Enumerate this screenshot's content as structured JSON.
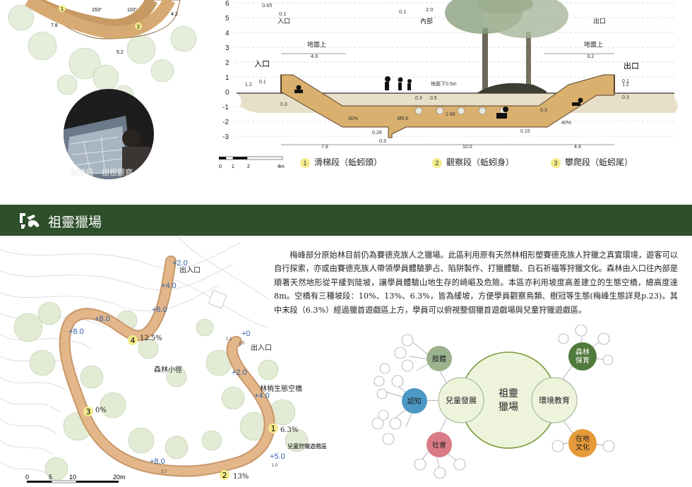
{
  "section": {
    "elevations": [
      "6",
      "5",
      "4",
      "3",
      "2",
      "1",
      "0",
      "-1",
      "-2",
      "-3"
    ],
    "entrance": "入口",
    "exit": "出口",
    "interior": "內部",
    "ground_above": "地面上",
    "dims_top": [
      "0.65",
      "0.1",
      "0.1",
      "2.0"
    ],
    "dim_left_ground": "4.6",
    "dim_right_ground": "3.2",
    "left_step": "1.2",
    "left_step_b": "0.1",
    "right_step": "1.2",
    "right_step_b": "0.1",
    "left_depth": "0.3",
    "right_depth": "0.3",
    "below_ground": "地面下0.5m",
    "dim_03": "0.3",
    "dim_05": "0.5",
    "pipe_diam": "Ø0.6",
    "height_168": "1.68",
    "slope_left": "30%",
    "slope_right": "40%",
    "dim_028": "0.28",
    "dim_03b": "0.3",
    "dim_03c": "0.3",
    "dim_015": "0.15",
    "dim_78": "7.8",
    "dim_100": "10.0",
    "dim_44": "4.4",
    "scale": [
      "0",
      "1",
      "2",
      "4m"
    ],
    "legend": [
      {
        "num": "1",
        "label": "滑梯段（蚯蚓頭）"
      },
      {
        "num": "2",
        "label": "觀察段（蚯蚓身）"
      },
      {
        "num": "3",
        "label": "攀爬段（蚯蚓尾）"
      }
    ]
  },
  "top_plan": {
    "dims": [
      "153°",
      "110°",
      "7.8",
      "4.2",
      "5.2"
    ],
    "markers": [
      "1",
      "2"
    ]
  },
  "photo_caption": "觀察段---樹根觀察",
  "banner": {
    "title": "祖靈獵場"
  },
  "paragraph": "梅峰部分原始林目前仍為賽德克族人之獵場。此區利用原有天然林相形塑賽德克族人狩獵之真實環境，遊客可以自行探索，亦或由賽德克族人帶領學員體驗夢占、陷阱製作、打獵體驗、白石祈福等狩獵文化。森林由入口往內部是順著天然地形從平緩到陡坡，讓學員體驗山地生存的崎嶇及危險。本區亦利用坡度高差建立的生態空橋，總高度達8m。空橋有三種坡段：10%、13%、6.3%，皆為緩坡，方便學員觀察鳥類、樹冠等生態(梅峰生態詳見p.23)。其中末段（6.3%）經過獵首遊戲區上方，學員可以俯視整個獵首遊戲場與兒童狩獵遊戲區。",
  "plan": {
    "exit_entrance": "出入口",
    "forest_path": "森林小徑",
    "canopy_bridge": "林梢生態空橋",
    "kids_area": "兒童狩獵遊戲區",
    "levels": [
      "+2.0",
      "+4.0",
      "+6.0",
      "+8.0",
      "+2.0",
      "+4.0",
      "+5.0",
      "+8.0",
      "+0"
    ],
    "segments": [
      {
        "num": "4",
        "slope": "12.5%"
      },
      {
        "num": "3",
        "slope": "0%"
      },
      {
        "num": "1",
        "slope": "6.3%"
      },
      {
        "num": "2",
        "slope": "13%"
      }
    ],
    "small_dims": [
      "1.2",
      "2.0",
      "3.7",
      "1.0"
    ],
    "scale": [
      "0",
      "5",
      "10",
      "20m"
    ]
  },
  "mindmap": {
    "center": "祖靈\n獵場",
    "left": "兒童發展",
    "right": "環境教育",
    "satellites": [
      {
        "label": "肢體",
        "color": "#9bb28e"
      },
      {
        "label": "認知",
        "color": "#4c98c4"
      },
      {
        "label": "社會",
        "color": "#d97a86"
      },
      {
        "label": "森林\n保育",
        "color": "#4f7a3c"
      },
      {
        "label": "在地\n文化",
        "color": "#e69a3a"
      }
    ],
    "colors": {
      "center_fill": "#eef3dc",
      "center_stroke": "#7a9a3a",
      "sub_fill": "#eef3dc"
    }
  }
}
